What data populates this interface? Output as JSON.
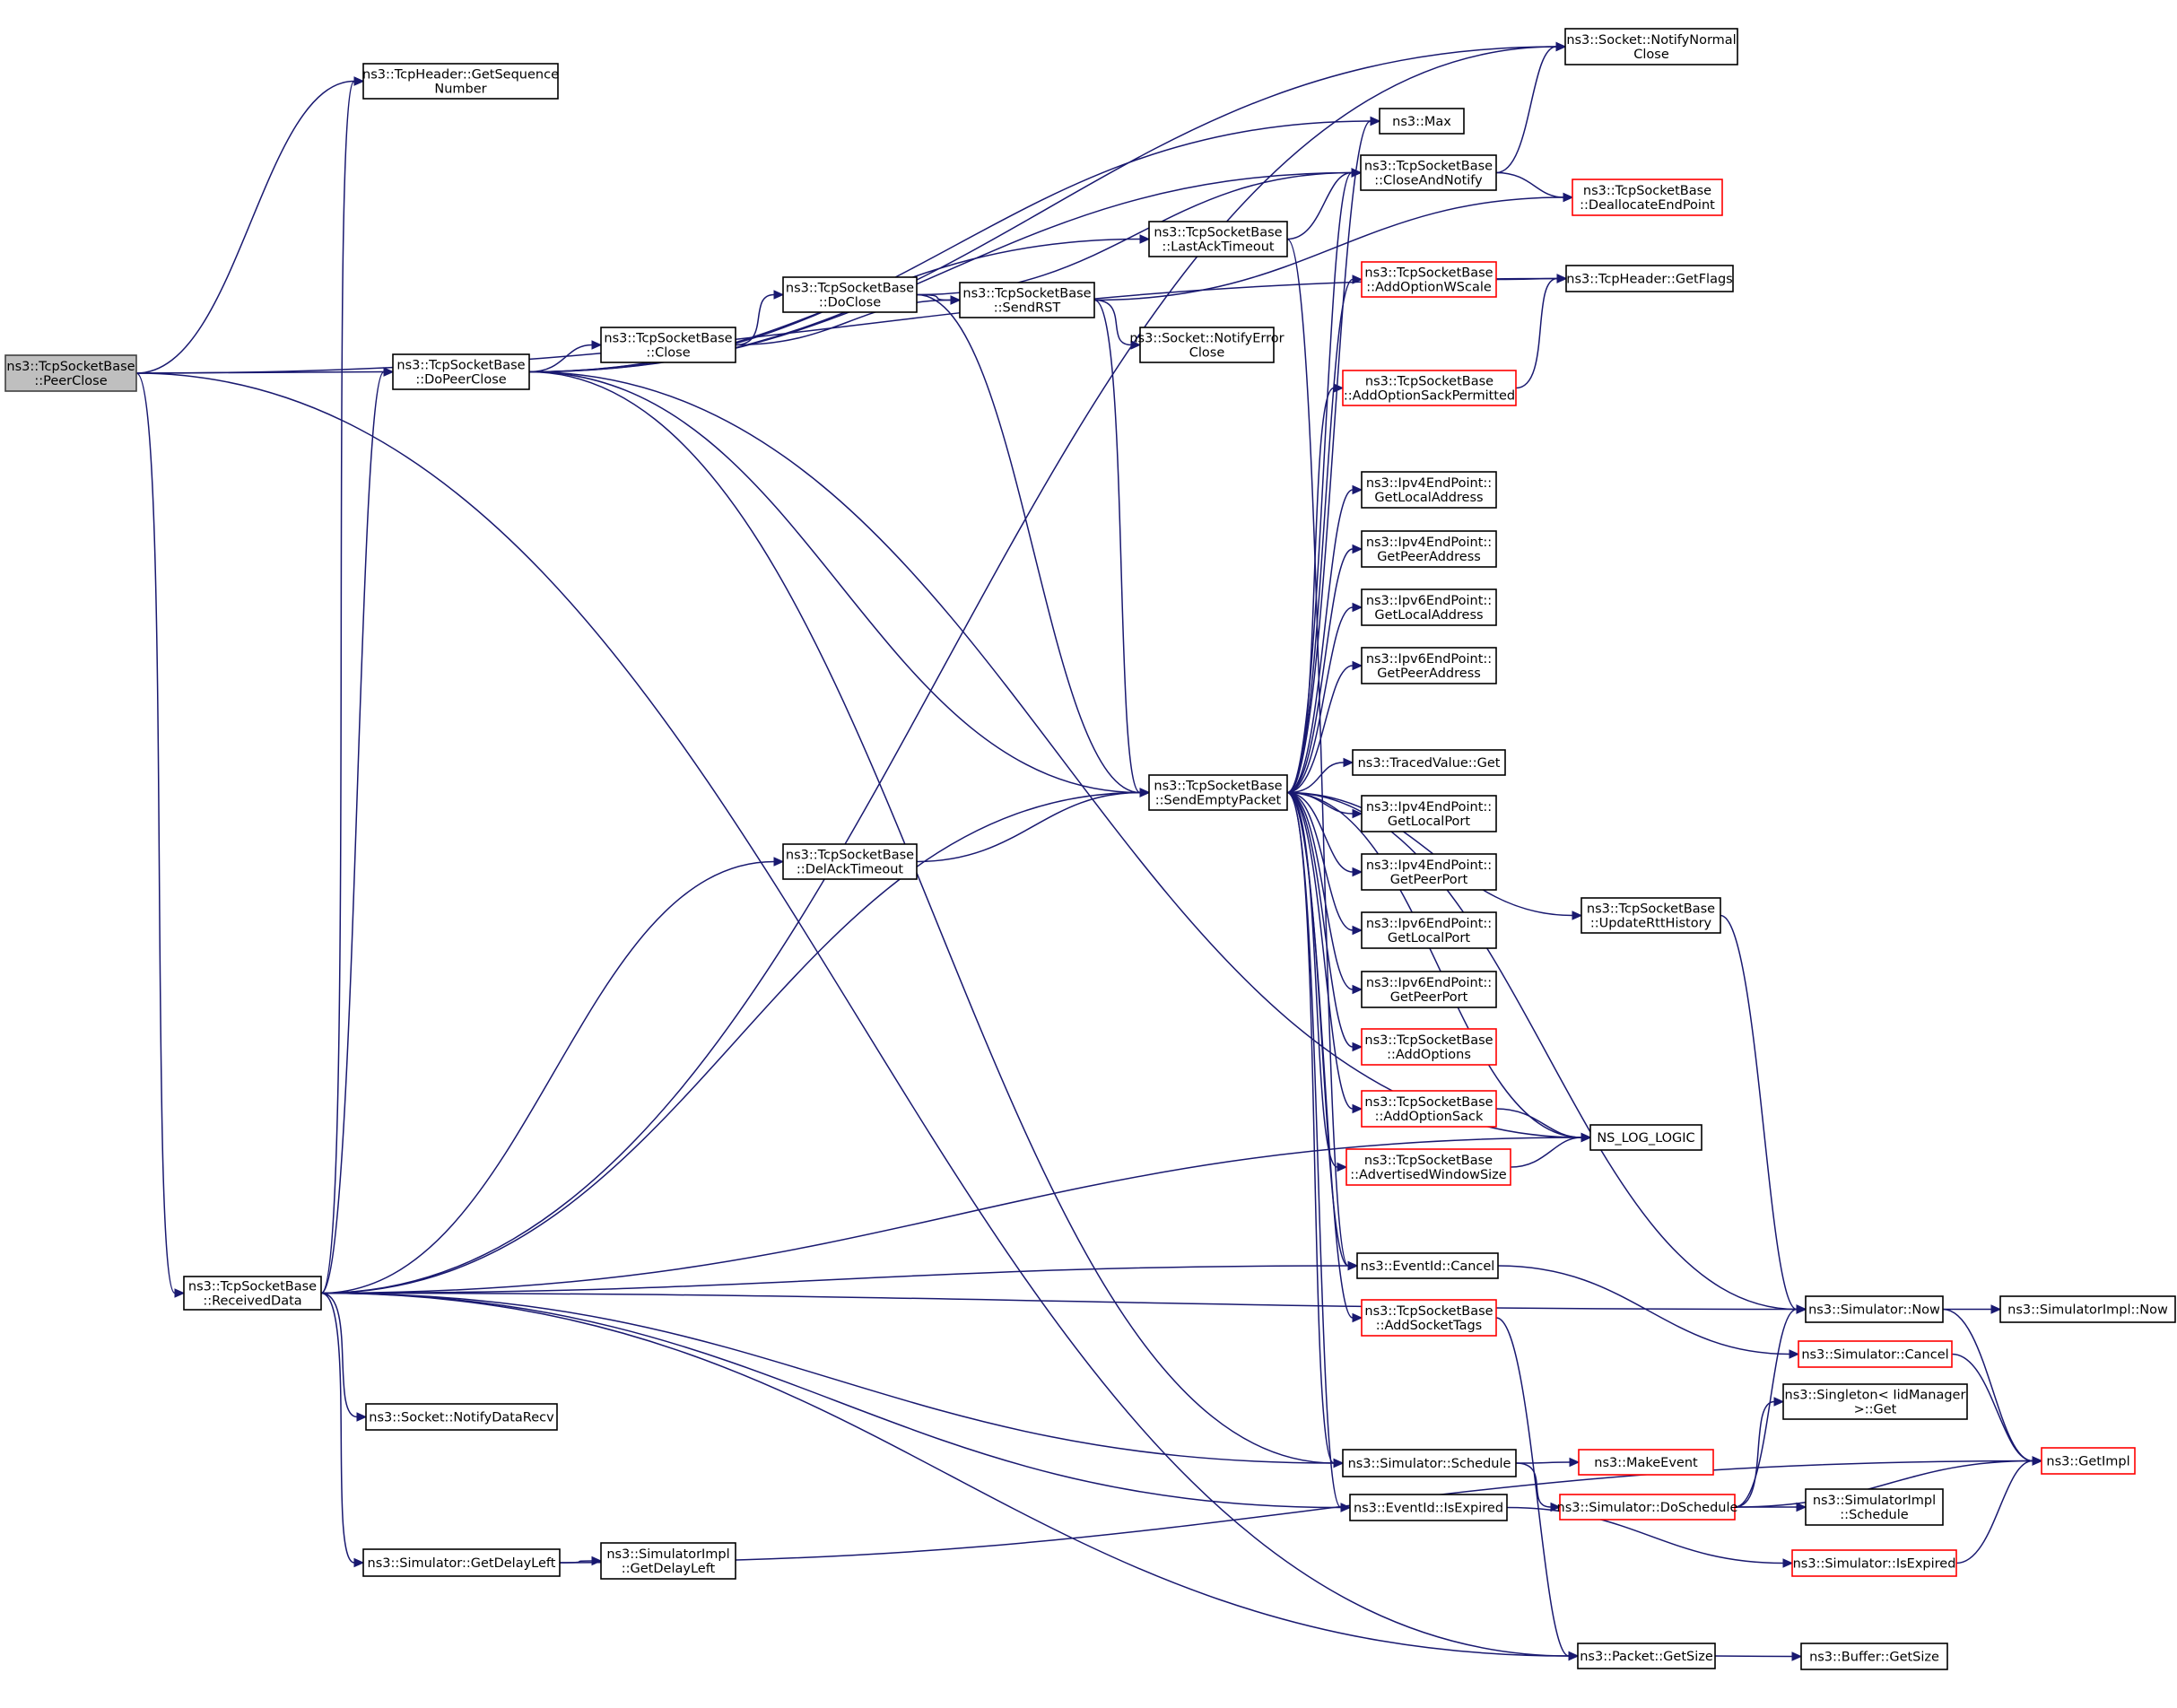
{
  "diagram": {
    "nodes": [
      {
        "id": "peerclose",
        "lines": [
          "ns3::TcpSocketBase",
          "::PeerClose"
        ],
        "style": "highlight"
      },
      {
        "id": "getseq",
        "lines": [
          "ns3::TcpHeader::GetSequence",
          "Number"
        ],
        "style": "normal"
      },
      {
        "id": "dopeerclose",
        "lines": [
          "ns3::TcpSocketBase",
          "::DoPeerClose"
        ],
        "style": "normal"
      },
      {
        "id": "receiveddata",
        "lines": [
          "ns3::TcpSocketBase",
          "::ReceivedData"
        ],
        "style": "normal"
      },
      {
        "id": "close",
        "lines": [
          "ns3::TcpSocketBase",
          "::Close"
        ],
        "style": "normal"
      },
      {
        "id": "doclose",
        "lines": [
          "ns3::TcpSocketBase",
          "::DoClose"
        ],
        "style": "normal"
      },
      {
        "id": "delacktimeout",
        "lines": [
          "ns3::TcpSocketBase",
          "::DelAckTimeout"
        ],
        "style": "normal"
      },
      {
        "id": "notifydatarecv",
        "lines": [
          "ns3::Socket::NotifyDataRecv"
        ],
        "style": "normal"
      },
      {
        "id": "getdelayleft",
        "lines": [
          "ns3::Simulator::GetDelayLeft"
        ],
        "style": "normal"
      },
      {
        "id": "implgetdelayleft",
        "lines": [
          "ns3::SimulatorImpl",
          "::GetDelayLeft"
        ],
        "style": "normal"
      },
      {
        "id": "lastacktimeout",
        "lines": [
          "ns3::TcpSocketBase",
          "::LastAckTimeout"
        ],
        "style": "normal"
      },
      {
        "id": "sendrst",
        "lines": [
          "ns3::TcpSocketBase",
          "::SendRST"
        ],
        "style": "normal"
      },
      {
        "id": "notifyerrorclose",
        "lines": [
          "ns3::Socket::NotifyError",
          "Close"
        ],
        "style": "normal"
      },
      {
        "id": "sendemptypacket",
        "lines": [
          "ns3::TcpSocketBase",
          "::SendEmptyPacket"
        ],
        "style": "normal"
      },
      {
        "id": "max",
        "lines": [
          "ns3::Max"
        ],
        "style": "normal"
      },
      {
        "id": "closeandnotify",
        "lines": [
          "ns3::TcpSocketBase",
          "::CloseAndNotify"
        ],
        "style": "normal"
      },
      {
        "id": "addoptionwscale",
        "lines": [
          "ns3::TcpSocketBase",
          "::AddOptionWScale"
        ],
        "style": "red"
      },
      {
        "id": "addoptionsackpermitted",
        "lines": [
          "ns3::TcpSocketBase",
          "::AddOptionSackPermitted"
        ],
        "style": "red"
      },
      {
        "id": "ipv4getlocaladdress",
        "lines": [
          "ns3::Ipv4EndPoint::",
          "GetLocalAddress"
        ],
        "style": "normal"
      },
      {
        "id": "ipv4getpeeraddress",
        "lines": [
          "ns3::Ipv4EndPoint::",
          "GetPeerAddress"
        ],
        "style": "normal"
      },
      {
        "id": "ipv6getlocaladdress",
        "lines": [
          "ns3::Ipv6EndPoint::",
          "GetLocalAddress"
        ],
        "style": "normal"
      },
      {
        "id": "ipv6getpeeraddress",
        "lines": [
          "ns3::Ipv6EndPoint::",
          "GetPeerAddress"
        ],
        "style": "normal"
      },
      {
        "id": "tracedvalueget",
        "lines": [
          "ns3::TracedValue::Get"
        ],
        "style": "normal"
      },
      {
        "id": "ipv4getlocalport",
        "lines": [
          "ns3::Ipv4EndPoint::",
          "GetLocalPort"
        ],
        "style": "normal"
      },
      {
        "id": "ipv4getpeerport",
        "lines": [
          "ns3::Ipv4EndPoint::",
          "GetPeerPort"
        ],
        "style": "normal"
      },
      {
        "id": "ipv6getlocalport",
        "lines": [
          "ns3::Ipv6EndPoint::",
          "GetLocalPort"
        ],
        "style": "normal"
      },
      {
        "id": "ipv6getpeerport",
        "lines": [
          "ns3::Ipv6EndPoint::",
          "GetPeerPort"
        ],
        "style": "normal"
      },
      {
        "id": "addoptions",
        "lines": [
          "ns3::TcpSocketBase",
          "::AddOptions"
        ],
        "style": "red"
      },
      {
        "id": "addoptionsack",
        "lines": [
          "ns3::TcpSocketBase",
          "::AddOptionSack"
        ],
        "style": "red"
      },
      {
        "id": "advertisedwindowsize",
        "lines": [
          "ns3::TcpSocketBase",
          "::AdvertisedWindowSize"
        ],
        "style": "red"
      },
      {
        "id": "eventidcancel",
        "lines": [
          "ns3::EventId::Cancel"
        ],
        "style": "normal"
      },
      {
        "id": "addsockettags",
        "lines": [
          "ns3::TcpSocketBase",
          "::AddSocketTags"
        ],
        "style": "red"
      },
      {
        "id": "schedule",
        "lines": [
          "ns3::Simulator::Schedule"
        ],
        "style": "normal"
      },
      {
        "id": "eventidisexpired",
        "lines": [
          "ns3::EventId::IsExpired"
        ],
        "style": "normal"
      },
      {
        "id": "notifynormalclose",
        "lines": [
          "ns3::Socket::NotifyNormal",
          "Close"
        ],
        "style": "normal"
      },
      {
        "id": "deallocateendpoint",
        "lines": [
          "ns3::TcpSocketBase",
          "::DeallocateEndPoint"
        ],
        "style": "red"
      },
      {
        "id": "getflags",
        "lines": [
          "ns3::TcpHeader::GetFlags"
        ],
        "style": "normal"
      },
      {
        "id": "updatertthistory",
        "lines": [
          "ns3::TcpSocketBase",
          "::UpdateRttHistory"
        ],
        "style": "normal"
      },
      {
        "id": "nsloglogic",
        "lines": [
          "NS_LOG_LOGIC"
        ],
        "style": "normal"
      },
      {
        "id": "makeevent",
        "lines": [
          "ns3::MakeEvent"
        ],
        "style": "red"
      },
      {
        "id": "doschedule",
        "lines": [
          "ns3::Simulator::DoSchedule"
        ],
        "style": "red"
      },
      {
        "id": "packetgetsize",
        "lines": [
          "ns3::Packet::GetSize"
        ],
        "style": "normal"
      },
      {
        "id": "simnow",
        "lines": [
          "ns3::Simulator::Now"
        ],
        "style": "normal"
      },
      {
        "id": "simcancel",
        "lines": [
          "ns3::Simulator::Cancel"
        ],
        "style": "red"
      },
      {
        "id": "singletonget",
        "lines": [
          "ns3::Singleton< IidManager",
          " >::Get"
        ],
        "style": "normal"
      },
      {
        "id": "implschedule",
        "lines": [
          "ns3::SimulatorImpl",
          "::Schedule"
        ],
        "style": "normal"
      },
      {
        "id": "simisexpired",
        "lines": [
          "ns3::Simulator::IsExpired"
        ],
        "style": "red"
      },
      {
        "id": "buffergetsize",
        "lines": [
          "ns3::Buffer::GetSize"
        ],
        "style": "normal"
      },
      {
        "id": "implnow",
        "lines": [
          "ns3::SimulatorImpl::Now"
        ],
        "style": "normal"
      },
      {
        "id": "getimpl",
        "lines": [
          "ns3::GetImpl"
        ],
        "style": "red"
      }
    ],
    "edges": [
      [
        "peerclose",
        "getseq"
      ],
      [
        "peerclose",
        "dopeerclose"
      ],
      [
        "peerclose",
        "receiveddata"
      ],
      [
        "peerclose",
        "getflags"
      ],
      [
        "peerclose",
        "packetgetsize"
      ],
      [
        "dopeerclose",
        "close"
      ],
      [
        "dopeerclose",
        "lastacktimeout"
      ],
      [
        "dopeerclose",
        "max"
      ],
      [
        "dopeerclose",
        "closeandnotify"
      ],
      [
        "dopeerclose",
        "notifynormalclose"
      ],
      [
        "dopeerclose",
        "sendemptypacket"
      ],
      [
        "dopeerclose",
        "schedule"
      ],
      [
        "dopeerclose",
        "nsloglogic"
      ],
      [
        "close",
        "doclose"
      ],
      [
        "close",
        "sendrst"
      ],
      [
        "doclose",
        "sendrst"
      ],
      [
        "doclose",
        "closeandnotify"
      ],
      [
        "doclose",
        "sendemptypacket"
      ],
      [
        "sendrst",
        "notifyerrorclose"
      ],
      [
        "sendrst",
        "deallocateendpoint"
      ],
      [
        "sendrst",
        "sendemptypacket"
      ],
      [
        "lastacktimeout",
        "closeandnotify"
      ],
      [
        "lastacktimeout",
        "eventidcancel"
      ],
      [
        "closeandnotify",
        "notifynormalclose"
      ],
      [
        "closeandnotify",
        "deallocateendpoint"
      ],
      [
        "delacktimeout",
        "sendemptypacket"
      ],
      [
        "receiveddata",
        "getseq"
      ],
      [
        "receiveddata",
        "dopeerclose"
      ],
      [
        "receiveddata",
        "delacktimeout"
      ],
      [
        "receiveddata",
        "sendemptypacket"
      ],
      [
        "receiveddata",
        "eventidcancel"
      ],
      [
        "receiveddata",
        "notifydatarecv"
      ],
      [
        "receiveddata",
        "schedule"
      ],
      [
        "receiveddata",
        "eventidisexpired"
      ],
      [
        "receiveddata",
        "getdelayleft"
      ],
      [
        "receiveddata",
        "packetgetsize"
      ],
      [
        "receiveddata",
        "nsloglogic"
      ],
      [
        "receiveddata",
        "simnow"
      ],
      [
        "receiveddata",
        "notifynormalclose"
      ],
      [
        "getdelayleft",
        "implgetdelayleft"
      ],
      [
        "getdelayleft",
        "getimpl"
      ],
      [
        "sendemptypacket",
        "max"
      ],
      [
        "sendemptypacket",
        "closeandnotify"
      ],
      [
        "sendemptypacket",
        "addoptionwscale"
      ],
      [
        "sendemptypacket",
        "addoptionsackpermitted"
      ],
      [
        "sendemptypacket",
        "ipv4getlocaladdress"
      ],
      [
        "sendemptypacket",
        "ipv4getpeeraddress"
      ],
      [
        "sendemptypacket",
        "ipv6getlocaladdress"
      ],
      [
        "sendemptypacket",
        "ipv6getpeeraddress"
      ],
      [
        "sendemptypacket",
        "tracedvalueget"
      ],
      [
        "sendemptypacket",
        "ipv4getlocalport"
      ],
      [
        "sendemptypacket",
        "ipv4getpeerport"
      ],
      [
        "sendemptypacket",
        "ipv6getlocalport"
      ],
      [
        "sendemptypacket",
        "ipv6getpeerport"
      ],
      [
        "sendemptypacket",
        "addoptions"
      ],
      [
        "sendemptypacket",
        "addoptionsack"
      ],
      [
        "sendemptypacket",
        "advertisedwindowsize"
      ],
      [
        "sendemptypacket",
        "eventidcancel"
      ],
      [
        "sendemptypacket",
        "addsockettags"
      ],
      [
        "sendemptypacket",
        "schedule"
      ],
      [
        "sendemptypacket",
        "eventidisexpired"
      ],
      [
        "sendemptypacket",
        "updatertthistory"
      ],
      [
        "sendemptypacket",
        "simnow"
      ],
      [
        "sendemptypacket",
        "nsloglogic"
      ],
      [
        "addoptionwscale",
        "getflags"
      ],
      [
        "addoptionsackpermitted",
        "getflags"
      ],
      [
        "addoptionsack",
        "nsloglogic"
      ],
      [
        "advertisedwindowsize",
        "nsloglogic"
      ],
      [
        "addsockettags",
        "packetgetsize"
      ],
      [
        "eventidcancel",
        "simcancel"
      ],
      [
        "schedule",
        "makeevent"
      ],
      [
        "schedule",
        "doschedule"
      ],
      [
        "eventidisexpired",
        "simisexpired"
      ],
      [
        "updatertthistory",
        "simnow"
      ],
      [
        "doschedule",
        "simnow"
      ],
      [
        "doschedule",
        "singletonget"
      ],
      [
        "doschedule",
        "implschedule"
      ],
      [
        "doschedule",
        "getimpl"
      ],
      [
        "simnow",
        "implnow"
      ],
      [
        "simnow",
        "getimpl"
      ],
      [
        "simcancel",
        "getimpl"
      ],
      [
        "simisexpired",
        "getimpl"
      ],
      [
        "packetgetsize",
        "buffergetsize"
      ]
    ]
  }
}
